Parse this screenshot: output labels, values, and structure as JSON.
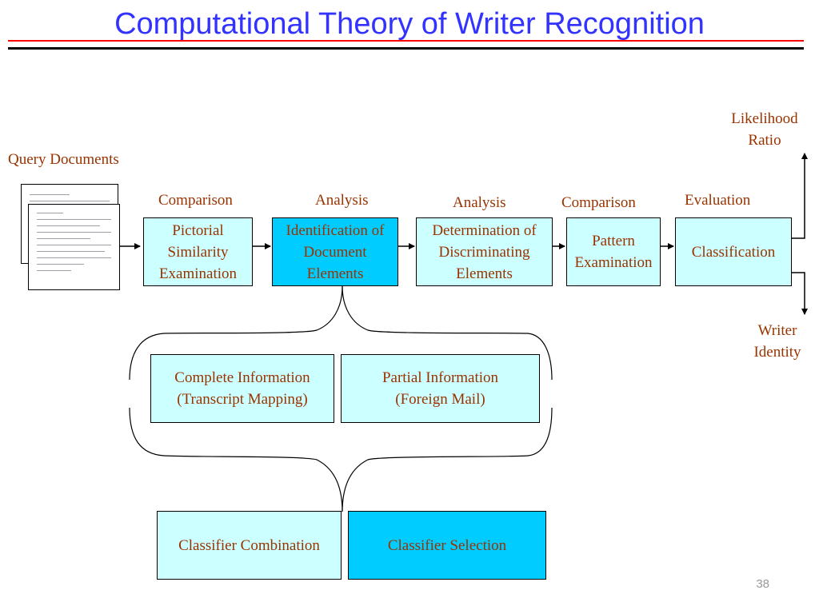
{
  "slide": {
    "title": "Computational Theory of Writer Recognition",
    "page_number": "38"
  },
  "labels": {
    "query_documents": "Query Documents",
    "likelihood": "Likelihood",
    "ratio": "Ratio",
    "writer": "Writer",
    "identity": "Identity",
    "stage1": "Comparison",
    "stage2": "Analysis",
    "stage3": "Analysis",
    "stage4": "Comparison",
    "stage5": "Evaluation"
  },
  "pipeline": [
    {
      "lines": [
        "Pictorial",
        "Similarity",
        "Examination"
      ]
    },
    {
      "lines": [
        "Identification of",
        "Document",
        "Elements"
      ]
    },
    {
      "lines": [
        "Determination of",
        "Discriminating",
        "Elements"
      ]
    },
    {
      "lines": [
        "Pattern",
        "Examination"
      ]
    },
    {
      "lines": [
        "Classification"
      ]
    }
  ],
  "information": {
    "complete": [
      "Complete Information",
      "(Transcript Mapping)"
    ],
    "partial": [
      "Partial Information",
      "(Foreign Mail)"
    ]
  },
  "classifier": {
    "combination": "Classifier Combination",
    "selection": "Classifier Selection"
  },
  "colors": {
    "title": "#3333ff",
    "text": "#993300",
    "box_fill": "#ccffff",
    "box_highlight": "#00ccff",
    "rule_red": "#ff0000"
  }
}
